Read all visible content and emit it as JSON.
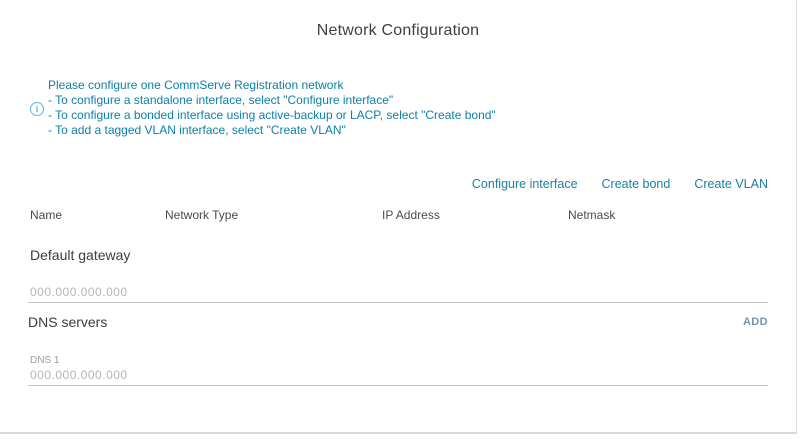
{
  "page": {
    "title": "Network Configuration"
  },
  "info": {
    "icon": "info-circle",
    "lines": [
      "Please configure one CommServe Registration network",
      "- To configure a standalone interface, select \"Configure interface\"",
      "- To configure a bonded interface using active-backup or LACP, select \"Create bond\"",
      "- To add a tagged VLAN interface, select \"Create VLAN\""
    ]
  },
  "actions": {
    "configure_interface": "Configure interface",
    "create_bond": "Create bond",
    "create_vlan": "Create VLAN"
  },
  "table": {
    "headers": [
      "Name",
      "Network Type",
      "IP Address",
      "Netmask"
    ],
    "rows": []
  },
  "gateway": {
    "label": "Default gateway",
    "value": "",
    "placeholder": "000.000.000.000"
  },
  "dns": {
    "label": "DNS servers",
    "add_label": "ADD",
    "fields": [
      {
        "label": "DNS 1",
        "value": "",
        "placeholder": "000.000.000.000"
      }
    ]
  },
  "colors": {
    "accent_link": "#1d7f9d",
    "info_text": "#0e7fa6",
    "info_icon": "#55b9e8",
    "add_link": "#7396ab",
    "underline": "#c6c6c6"
  }
}
